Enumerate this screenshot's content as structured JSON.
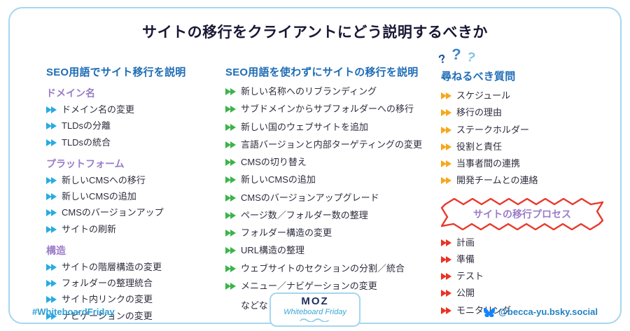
{
  "title": "サイトの移行をクライアントにどう説明するべきか",
  "seo_terms": {
    "heading": "SEO用語でサイト移行を説明",
    "groups": [
      {
        "subheading": "ドメイン名",
        "items": [
          "ドメイン名の変更",
          "TLDsの分離",
          "TLDsの統合"
        ]
      },
      {
        "subheading": "プラットフォーム",
        "items": [
          "新しいCMSへの移行",
          "新しいCMSの追加",
          "CMSのバージョンアップ",
          "サイトの刷新"
        ]
      },
      {
        "subheading": "構造",
        "items": [
          "サイトの階層構造の変更",
          "フォルダーの整理統合",
          "サイト内リンクの変更",
          "ナビゲーションの変更"
        ]
      }
    ]
  },
  "plain_terms": {
    "heading": "SEO用語を使わずにサイトの移行を説明",
    "items": [
      "新しい名称へのリブランディング",
      "サブドメインからサブフォルダーへの移行",
      "新しい国のウェブサイトを追加",
      "言語バージョンと内部ターゲティングの変更",
      "CMSの切り替え",
      "新しいCMSの追加",
      "CMSのバージョンアップグレード",
      "ページ数／フォルダー数の整理",
      "フォルダー構造の変更",
      "URL構造の整理",
      "ウェブサイトのセクションの分割／統合",
      "メニュー／ナビゲーションの変更"
    ],
    "footnote": "などなど……"
  },
  "questions": {
    "heading": "尋ねるべき質問",
    "marks": [
      "?",
      "?",
      "?"
    ],
    "items": [
      "スケジュール",
      "移行の理由",
      "ステークホルダー",
      "役割と責任",
      "当事者間の連携",
      "開発チームとの連絡"
    ]
  },
  "process": {
    "heading": "サイトの移行プロセス",
    "items": [
      "計画",
      "準備",
      "テスト",
      "公開",
      "モニタリング"
    ]
  },
  "footer": {
    "hashtag": "#WhiteboardFriday",
    "logo_name": "MOZ",
    "logo_subtitle": "Whiteboard Friday",
    "handle": "@becca-yu.bsky.social"
  },
  "colors": {
    "heading_blue": "#1f6db6",
    "subheading_purple": "#9b7cc8",
    "arrow_blue": "#29abe2",
    "arrow_green": "#3cb44a",
    "arrow_yellow": "#f6a81c",
    "arrow_red": "#ea3323",
    "burst_red": "#e8392b",
    "footer_blue": "#2e9ed2",
    "border_blue": "#a5d6ef",
    "bluesky_blue": "#1185fe"
  }
}
